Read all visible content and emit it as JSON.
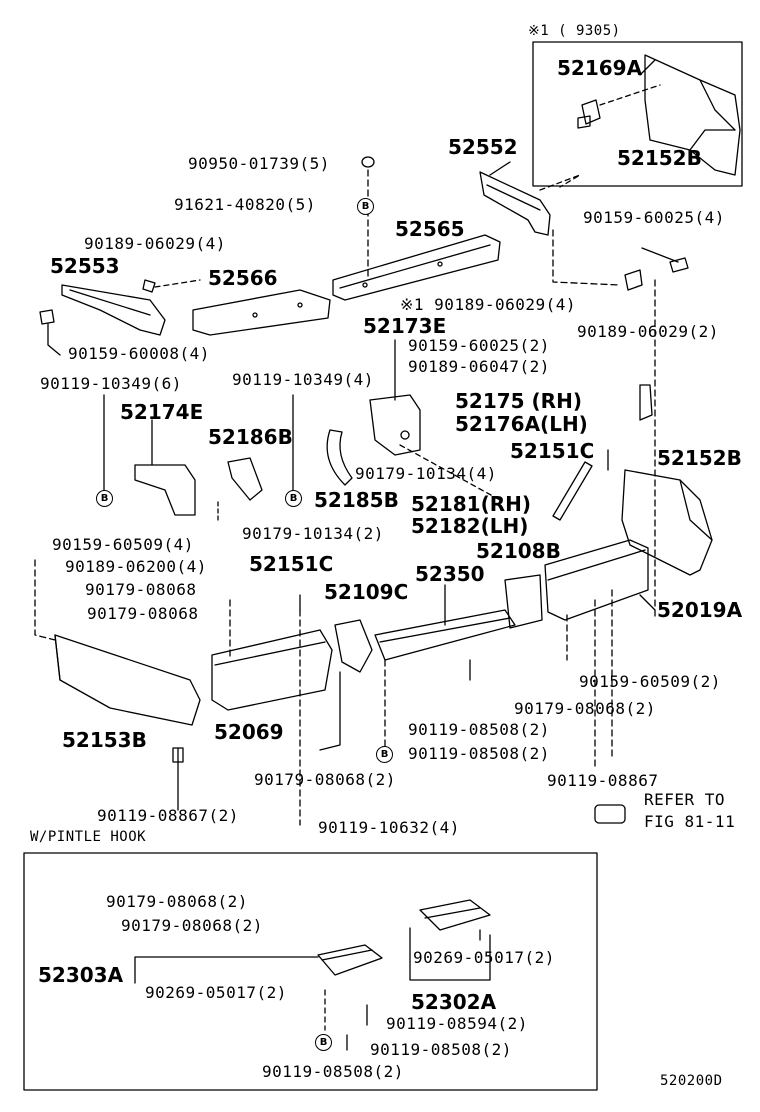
{
  "labels": {
    "p9305": "※1 (      9305)",
    "p52169A": "52169A",
    "p52152B_top": "52152B",
    "p52552": "52552",
    "p90950": "90950-01739(5)",
    "p91621": "91621-40820(5)",
    "p52565": "52565",
    "p90159_60025_4": "90159-60025(4)",
    "p90189_06029_4a": "90189-06029(4)",
    "p52553": "52553",
    "p52566": "52566",
    "p90189_06029_4b": "※1 90189-06029(4)",
    "p90159_60008": "90159-60008(4)",
    "p52173E": "52173E",
    "p90189_06029_2": "90189-06029(2)",
    "p90159_60025_2": "90159-60025(2)",
    "p90189_06047": "90189-06047(2)",
    "p90119_10349_6": "90119-10349(6)",
    "p90119_10349_4": "90119-10349(4)",
    "p52175": "52175 (RH)",
    "p52176A": "52176A(LH)",
    "p52174E": "52174E",
    "p52186B": "52186B",
    "p52151C_a": "52151C",
    "p52152B_mid": "52152B",
    "p90179_10134_4": "90179-10134(4)",
    "p52185B": "52185B",
    "p52181": "52181(RH)",
    "p52182": "52182(LH)",
    "p90179_10134_2": "90179-10134(2)",
    "p90159_60509_4": "90159-60509(4)",
    "p90189_06200": "90189-06200(4)",
    "p52151C_b": "52151C",
    "p52108B": "52108B",
    "p52350": "52350",
    "p90179_08068_a": "90179-08068",
    "p90179_08068_b": "90179-08068",
    "p52109C": "52109C",
    "p52019A": "52019A",
    "p90159_60509_2": "90159-60509(2)",
    "p90179_08068_2a": "90179-08068(2)",
    "p52153B": "52153B",
    "p52069": "52069",
    "p90119_08508_2a": "90119-08508(2)",
    "p90119_08508_2b": "90119-08508(2)",
    "p90179_08068_2b": "90179-08068(2)",
    "p90119_08867_1": "90119-08867",
    "p_refer": "REFER TO",
    "p_fig": "FIG 81-11",
    "p90119_08867_2": "90119-08867(2)",
    "p90119_10632": "90119-10632(4)",
    "p_pintle": "W/PINTLE HOOK",
    "p90179_08068_2c": "90179-08068(2)",
    "p90179_08068_2d": "90179-08068(2)",
    "p90269_05017_2a": "90269-05017(2)",
    "p52303A": "52303A",
    "p90269_05017_2b": "90269-05017(2)",
    "p52302A": "52302A",
    "p90119_08594": "90119-08594(2)",
    "p90119_08508_2c": "90119-08508(2)",
    "p90119_08508_2d": "90119-08508(2)",
    "p_code": "520200D"
  },
  "markers": {
    "b": "B"
  }
}
